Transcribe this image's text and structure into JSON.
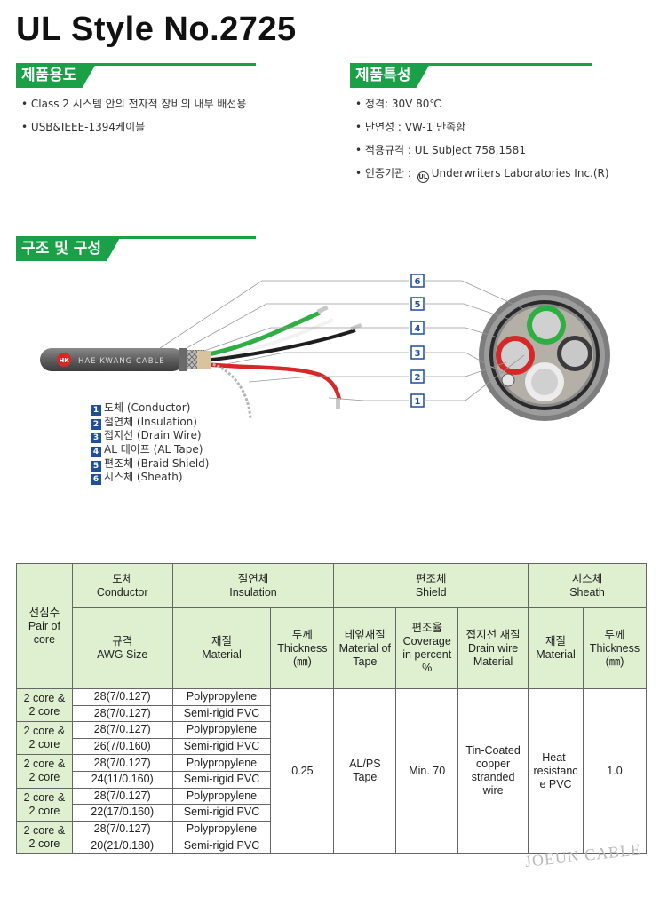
{
  "title": "UL Style No.2725",
  "colors": {
    "accent": "#1aa046",
    "header_bg": "#dff0d0",
    "badge": "#1d4f9a"
  },
  "usage": {
    "heading": "제품용도",
    "items": [
      "Class 2 시스템 안의 전자적 장비의 내부 배선용",
      "USB&IEEE-1394케이블"
    ]
  },
  "features": {
    "heading": "제품특성",
    "items": [
      "정격: 30V 80℃",
      "난연성 : VW-1 만족함",
      "적용규격 : UL Subject 758,1581"
    ],
    "cert_label": "인증기관 :",
    "cert_icon": "ul-mark-icon",
    "cert_value": "Underwriters Laboratories Inc.(R)"
  },
  "structure": {
    "heading": "구조 및 구성",
    "cable_print": "HAE KWANG CABLE",
    "logo_text": "HK",
    "callouts": [
      "6",
      "5",
      "4",
      "3",
      "2",
      "1"
    ],
    "legend": [
      {
        "num": "1",
        "text": "도체 (Conductor)"
      },
      {
        "num": "2",
        "text": "절연체 (Insulation)"
      },
      {
        "num": "3",
        "text": "접지선 (Drain Wire)"
      },
      {
        "num": "4",
        "text": "AL 테이프 (AL Tape)"
      },
      {
        "num": "5",
        "text": "편조체 (Braid Shield)"
      },
      {
        "num": "6",
        "text": "시스체 (Sheath)"
      }
    ]
  },
  "table": {
    "h_pair": "선심수\nPair of\ncore",
    "h_conductor": "도체\nConductor",
    "h_insulation": "절연체\nInsulation",
    "h_shield": "편조체\nShield",
    "h_sheath": "시스체\nSheath",
    "h_awg": "규격\nAWG Size",
    "h_ins_material": "재질\nMaterial",
    "h_ins_thickness": "두께\nThickness\n(㎜)",
    "h_tape": "테잎재질\nMaterial of\nTape",
    "h_coverage": "편조율\nCoverage\nin percent\n%",
    "h_drain": "접지선 재질\nDrain wire\nMaterial",
    "h_sh_material": "재질\nMaterial",
    "h_sh_thickness": "두께\nThickness\n(㎜)",
    "rows": [
      {
        "core": "2 core &\n2 core",
        "awg": [
          "28(7/0.127)",
          "28(7/0.127)"
        ],
        "material": [
          "Polypropylene",
          "Semi-rigid PVC"
        ]
      },
      {
        "core": "2 core &\n2 core",
        "awg": [
          "28(7/0.127)",
          "26(7/0.160)"
        ],
        "material": [
          "Polypropylene",
          "Semi-rigid PVC"
        ]
      },
      {
        "core": "2 core &\n2 core",
        "awg": [
          "28(7/0.127)",
          "24(11/0.160)"
        ],
        "material": [
          "Polypropylene",
          "Semi-rigid PVC"
        ]
      },
      {
        "core": "2 core &\n2 core",
        "awg": [
          "28(7/0.127)",
          "22(17/0.160)"
        ],
        "material": [
          "Polypropylene",
          "Semi-rigid PVC"
        ]
      },
      {
        "core": "2 core &\n2 core",
        "awg": [
          "28(7/0.127)",
          "20(21/0.180)"
        ],
        "material": [
          "Polypropylene",
          "Semi-rigid PVC"
        ]
      }
    ],
    "ins_thickness": "0.25",
    "tape": "AL/PS\nTape",
    "coverage": "Min. 70",
    "drain": "Tin-Coated\ncopper\nstranded\nwire",
    "sheath_material": "Heat-\nresistanc\ne PVC",
    "sheath_thickness": "1.0"
  },
  "watermark": "JOEUN CABLE"
}
